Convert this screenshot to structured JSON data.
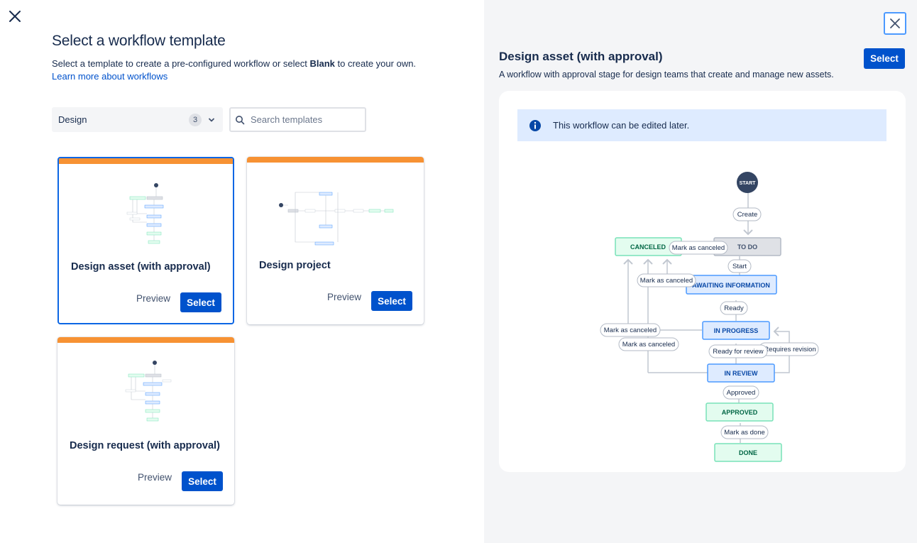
{
  "dialog": {
    "title": "Select a workflow template",
    "subtitle_before": "Select a template to create a pre-configured workflow or select ",
    "subtitle_bold": "Blank",
    "subtitle_after": " to create your own.",
    "learn_more": "Learn more about workflows",
    "close_icon": "close-icon"
  },
  "filter": {
    "category": "Design",
    "count": "3",
    "search_placeholder": "Search templates"
  },
  "templates": [
    {
      "name": "Design asset (with approval)",
      "preview": "Preview",
      "select": "Select",
      "selected": true
    },
    {
      "name": "Design project",
      "preview": "Preview",
      "select": "Select",
      "selected": false
    },
    {
      "name": "Design request (with approval)",
      "preview": "Preview",
      "select": "Select",
      "selected": false
    }
  ],
  "preview_panel": {
    "title": "Design asset (with approval)",
    "description": "A workflow with approval stage for design teams that create and manage new assets.",
    "select": "Select",
    "info": "This workflow can be edited later.",
    "workflow": {
      "start": "START",
      "statuses": {
        "canceled": "CANCELED",
        "todo": "TO DO",
        "awaiting": "AWAITING INFORMATION",
        "in_progress": "IN PROGRESS",
        "in_review": "IN REVIEW",
        "approved": "APPROVED",
        "done": "DONE"
      },
      "transitions": {
        "create": "Create",
        "mark_canceled": "Mark as canceled",
        "start": "Start",
        "ready": "Ready",
        "ready_for_review": "Ready for review",
        "requires_revision": "Requires revision",
        "approved": "Approved",
        "mark_done": "Mark as done"
      }
    }
  },
  "colors": {
    "primary": "#0052cc",
    "accent_bar": "#f79233",
    "status_blue_bg": "#deebff",
    "status_green_bg": "#e3fcef",
    "status_gray_bg": "#dfe1e6"
  }
}
